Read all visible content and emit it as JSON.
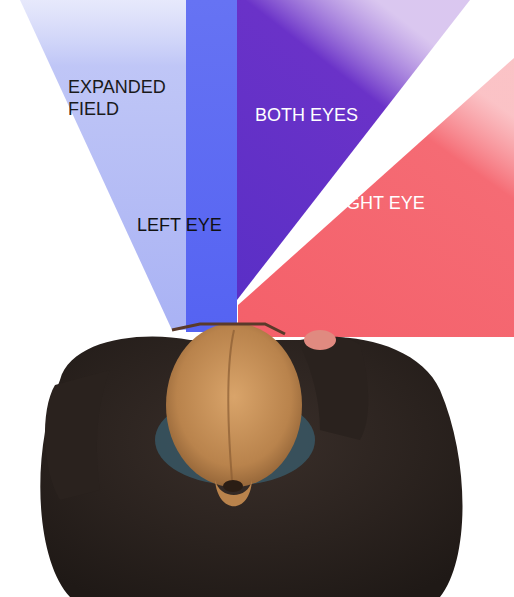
{
  "diagram": {
    "labels": [
      "EXPANDED FIELD",
      "LEFT EYE",
      "BOTH EYES",
      "RIGHT EYE"
    ]
  }
}
